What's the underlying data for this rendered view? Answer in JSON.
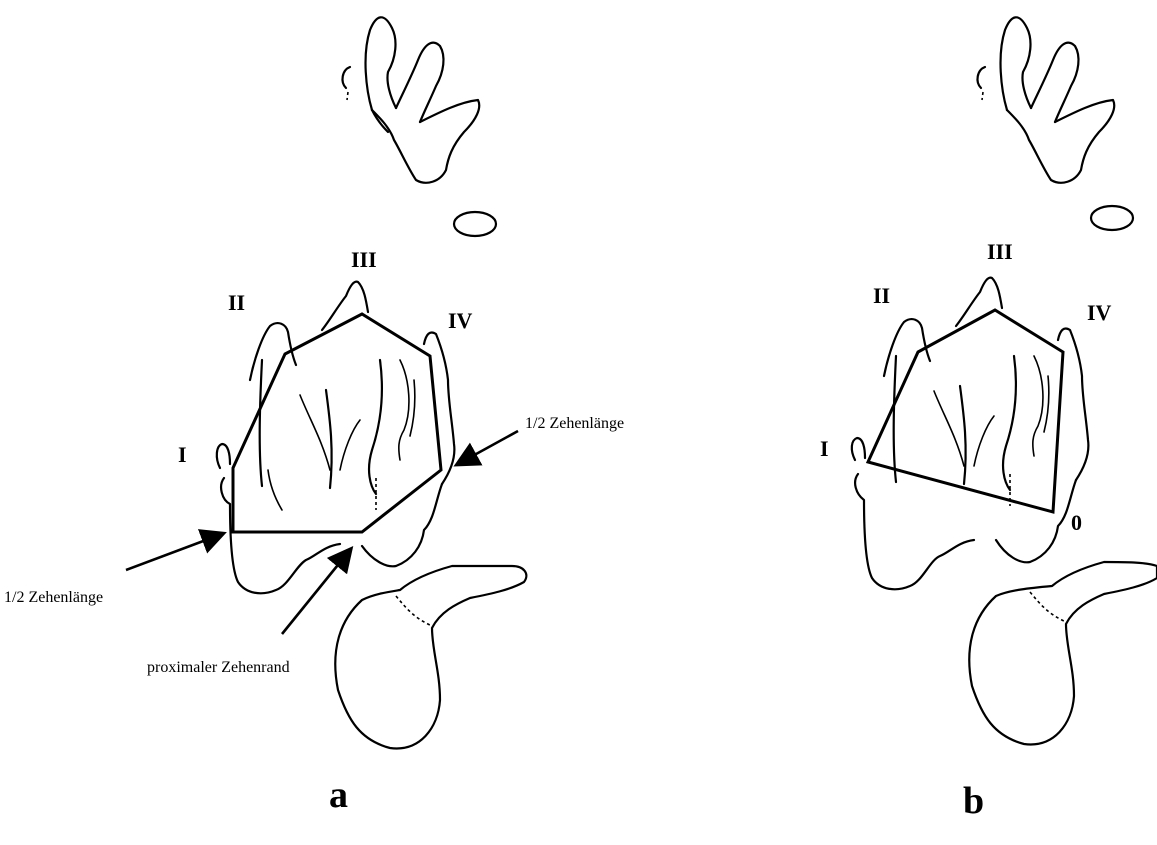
{
  "panel_a": {
    "letter": "a",
    "digits": {
      "I": "I",
      "II": "II",
      "III": "III",
      "IV": "IV"
    },
    "annotations": {
      "half_toe_right": "1/2 Zehenlänge",
      "half_toe_left": "1/2 Zehenlänge",
      "proximal_edge": "proximaler Zehenrand"
    }
  },
  "panel_b": {
    "letter": "b",
    "digits": {
      "I": "I",
      "II": "II",
      "III": "III",
      "IV": "IV",
      "zero": "0"
    }
  }
}
